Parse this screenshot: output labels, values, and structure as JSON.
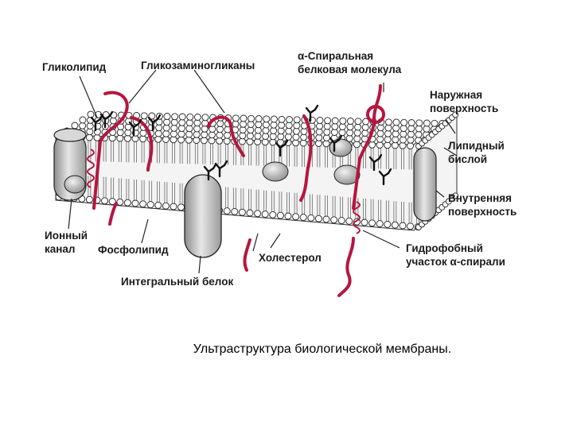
{
  "labels": {
    "glycolipid": "Гликолипид",
    "glycosaminoglycans": "Гликозаминогликаны",
    "alpha_helix_line1": "α-Спиральная",
    "alpha_helix_line2": "белковая молекула",
    "outer_surface_line1": "Наружная",
    "outer_surface_line2": "поверхность",
    "lipid_bilayer_line1": "Липидный",
    "lipid_bilayer_line2": "бислой",
    "inner_surface_line1": "Внутренняя",
    "inner_surface_line2": "поверхность",
    "ion_channel_line1": "Ионный",
    "ion_channel_line2": "канал",
    "phospholipid": "Фосфолипид",
    "cholesterol": "Холестерол",
    "hydrophobic_line1": "Гидрофобный",
    "hydrophobic_line2": "участок α-спирали",
    "integral_protein": "Интегральный белок"
  },
  "caption": "Ультраструктура биологической мембраны.",
  "colors": {
    "protein_chain": "#b5163f",
    "lipid_head": "#ffffff",
    "outline": "#222222",
    "protein_body": "#c9c9c9"
  }
}
